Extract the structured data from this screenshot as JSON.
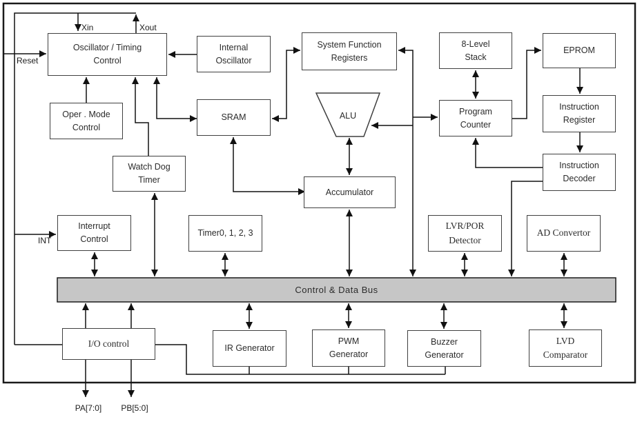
{
  "colors": {
    "bus_fill": "#c6c6c6",
    "line": "#111111",
    "box_border": "#3f3f3f",
    "background": "#ffffff"
  },
  "blocks": {
    "oscillator_timing_control": "Oscillator / Timing\nControl",
    "internal_oscillator": "Internal\nOscillator",
    "system_function_registers": "System Function\nRegisters",
    "eight_level_stack": "8-Level\nStack",
    "eprom": "EPROM",
    "oper_mode_control": "Oper . Mode\nControl",
    "sram": "SRAM",
    "alu": "ALU",
    "program_counter": "Program\nCounter",
    "instruction_register": "Instruction\nRegister",
    "watch_dog_timer": "Watch Dog\nTimer",
    "instruction_decoder": "Instruction\nDecoder",
    "accumulator": "Accumulator",
    "interrupt_control": "Interrupt\nControl",
    "timers": "Timer0, 1, 2, 3",
    "lvr_por_detector": "LVR/POR\nDetector",
    "ad_convertor": "AD Convertor",
    "io_control": "I/O control",
    "ir_generator": "IR Generator",
    "pwm_generator": "PWM\nGenerator",
    "buzzer_generator": "Buzzer\nGenerator",
    "lvd_comparator": "LVD\nComparator"
  },
  "bus": {
    "label": "Control & Data Bus"
  },
  "pins": {
    "xin": "Xin",
    "xout": "Xout",
    "reset": "Reset",
    "int": "INT",
    "pa": "PA[7:0]",
    "pb": "PB[5:0]"
  }
}
